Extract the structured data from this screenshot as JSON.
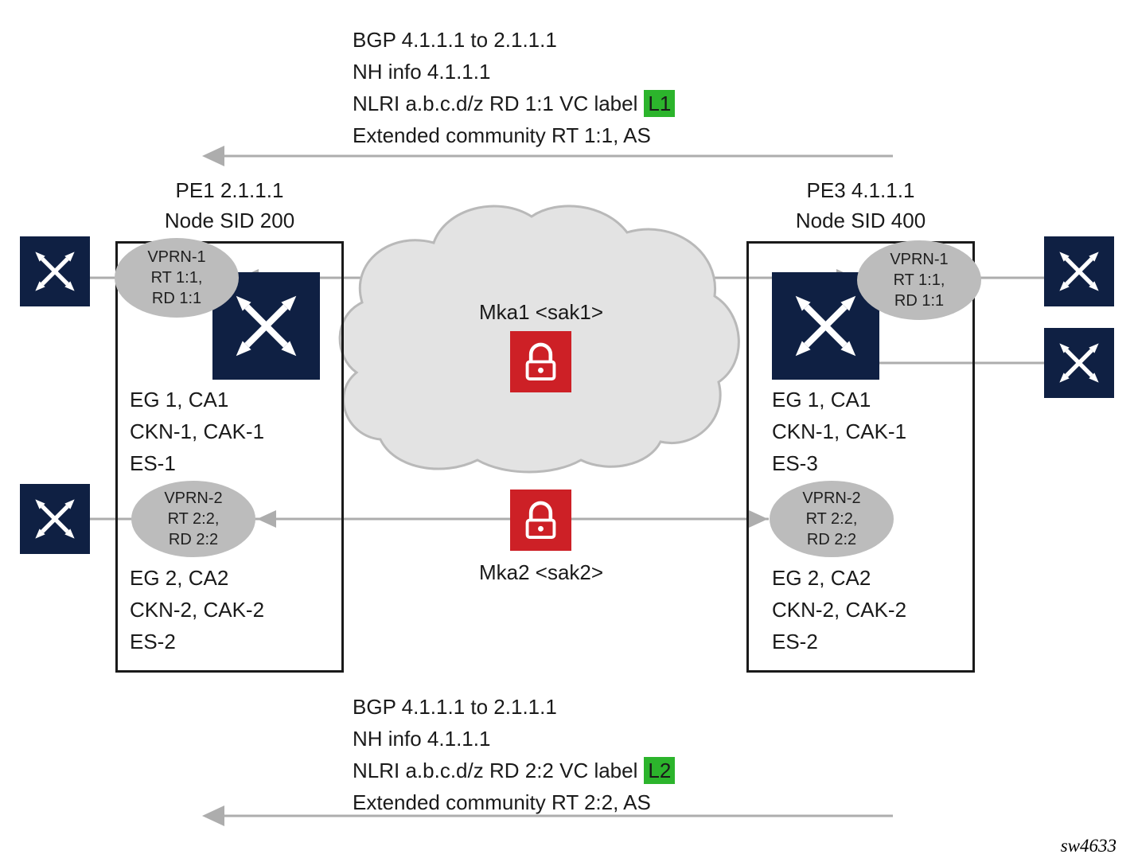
{
  "colors": {
    "router_navy": "#0f2043",
    "line_gray": "#adadad",
    "cloud_fill": "#e3e3e3",
    "cloud_stroke": "#b9b9b9",
    "ellipse_gray": "#bcbcbc",
    "lock_red": "#cd2026",
    "label_green": "#2cb42c",
    "box_border": "#1a1a1a"
  },
  "top_message": {
    "line1": "BGP 4.1.1.1 to 2.1.1.1",
    "line2": "NH info 4.1.1.1",
    "line3_prefix": "NLRI a.b.c.d/z RD 1:1 VC label",
    "line3_vc_label": "L1",
    "line4": "Extended community RT 1:1, AS"
  },
  "bottom_message": {
    "line1": "BGP 4.1.1.1 to 2.1.1.1",
    "line2": "NH info 4.1.1.1",
    "line3_prefix": "NLRI a.b.c.d/z RD 2:2 VC label",
    "line3_vc_label": "L2",
    "line4": "Extended community RT 2:2, AS"
  },
  "pe1": {
    "title1": "PE1 2.1.1.1",
    "title2": "Node SID 200",
    "vprn1": {
      "l1": "VPRN-1",
      "l2": "RT 1:1,",
      "l3": "RD 1:1"
    },
    "vprn2": {
      "l1": "VPRN-2",
      "l2": "RT 2:2,",
      "l3": "RD 2:2"
    },
    "group1": {
      "l1": "EG 1, CA1",
      "l2": "CKN-1, CAK-1",
      "l3": "ES-1"
    },
    "group2": {
      "l1": "EG 2, CA2",
      "l2": "CKN-2, CAK-2",
      "l3": "ES-2"
    }
  },
  "pe3": {
    "title1": "PE3 4.1.1.1",
    "title2": "Node SID 400",
    "vprn1": {
      "l1": "VPRN-1",
      "l2": "RT 1:1,",
      "l3": "RD 1:1"
    },
    "vprn2": {
      "l1": "VPRN-2",
      "l2": "RT 2:2,",
      "l3": "RD 2:2"
    },
    "group1": {
      "l1": "EG 1, CA1",
      "l2": "CKN-1, CAK-1",
      "l3": "ES-3"
    },
    "group2": {
      "l1": "EG 2, CA2",
      "l2": "CKN-2, CAK-2",
      "l3": "ES-2"
    }
  },
  "cloud": {
    "mka1": "Mka1 <sak1>"
  },
  "mka2_label": "Mka2 <sak2>",
  "figure_id": "sw4633"
}
